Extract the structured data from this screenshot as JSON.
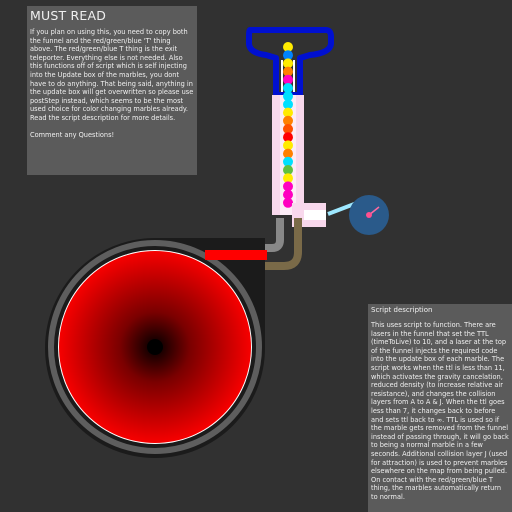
{
  "notes": {
    "must_read": {
      "title": "MUST READ",
      "body": "If you plan on using this, you need to copy both the funnel and the red/green/blue 'T' thing above. The red/green/blue T thing is the exit teleporter. Everything else is not needed. Also this functions off of script which is self injecting into the Update box of the marbles, you dont have to do anything. That being said, anything in the update box will get overwritten so please use postStep instead, which seems to be the most used choice for color changing marbles already. Read the script description for more details.\n\nComment any Questions!"
    },
    "script_description": {
      "title": "Script description",
      "body": "This uses script to function. There are lasers in the funnel that set the TTL (timeToLive) to 10, and a laser at the top of the funnel injects the required code into the update box of each marble. The script works when the ttl is less than 11, which activates the gravity cancelation, reduced density (to increase relative air resistance), and changes the collision layers from A to A & J. When the ttl goes less than 7, it changes back to before and sets ttl back to ∞. TTL is used so if the marble gets removed from the funnel instead of passing through, it will go back to being a normal marble in a few seconds. Additional collision layer J (used for attraction) is used to prevent marbles elsewhere on the map from being pulled. On contact with the red/green/blue T thing, the marbles automatically return to normal."
    }
  },
  "scene": {
    "marble_colors": [
      "#ffeb00",
      "#0084ff",
      "#ffeb00",
      "#ff8000",
      "#ff00c0",
      "#00e0ff",
      "#00e0ff",
      "#00e0ff",
      "#ffeb00",
      "#ff8000",
      "#ff5000",
      "#ff0000",
      "#ffeb00",
      "#ff8000",
      "#00e0ff",
      "#60c040",
      "#ffeb00",
      "#ff00c0",
      "#ff00c0",
      "#ff00c0"
    ],
    "funnel_blue": "#0010d0",
    "tube_pink": "#f8d8ec",
    "laser_cyan": "#9ee8ff",
    "wheel_blue": "#2a5a8a",
    "pipe_gray": "#888888",
    "pipe_brown": "#7a6a48",
    "drum_red": "#ff0000",
    "outline_dark": "#1b1b1b"
  }
}
